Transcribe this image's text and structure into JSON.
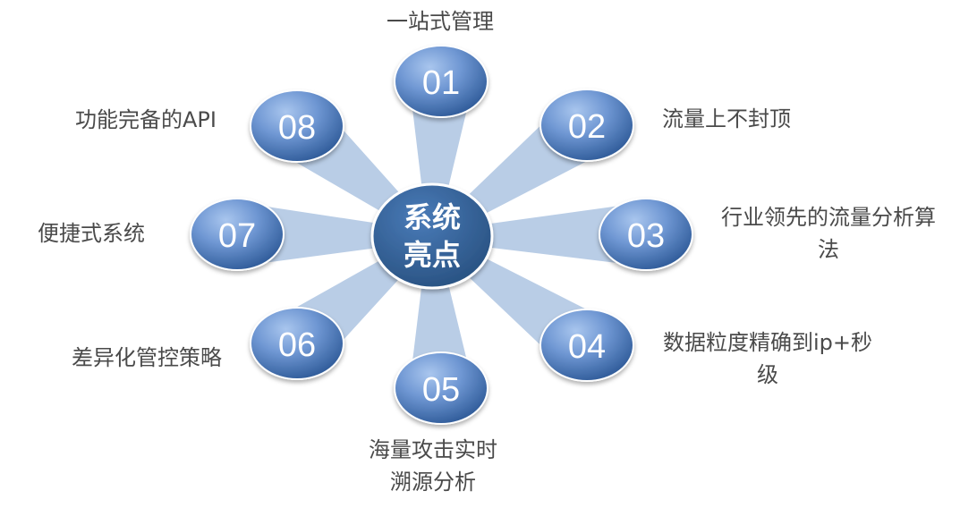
{
  "center": {
    "line1": "系统",
    "line2": "亮点"
  },
  "colors": {
    "node_fill_light": "#7fa5dd",
    "node_fill_dark": "#2e5a9a",
    "hub_fill": "#2f5d93",
    "ray_fill": "#b9cde6",
    "label_text": "#4a4a4a"
  },
  "nodes": [
    {
      "number": "01",
      "label": [
        "一站式管理"
      ]
    },
    {
      "number": "02",
      "label": [
        "流量上不封顶"
      ]
    },
    {
      "number": "03",
      "label": [
        "行业领先的流量分析算",
        "法"
      ]
    },
    {
      "number": "04",
      "label": [
        "数据粒度精确到ip+秒",
        "级"
      ]
    },
    {
      "number": "05",
      "label": [
        "海量攻击实时",
        "溯源分析"
      ]
    },
    {
      "number": "06",
      "label": [
        "差异化管控策略"
      ]
    },
    {
      "number": "07",
      "label": [
        "便捷式系统"
      ]
    },
    {
      "number": "08",
      "label": [
        "功能完备的API"
      ]
    }
  ]
}
